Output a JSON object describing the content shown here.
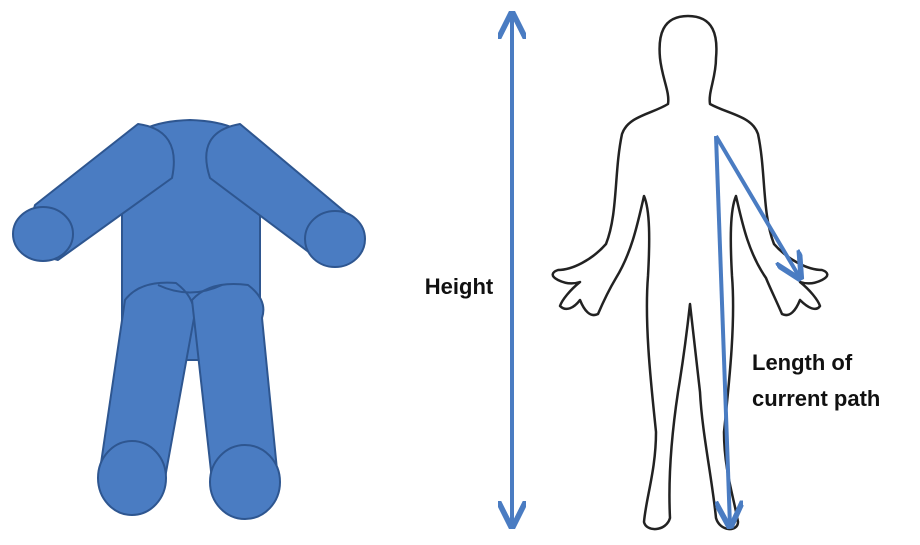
{
  "labels": {
    "height": "Height",
    "path_line1": "Length of",
    "path_line2": "current path"
  },
  "colors": {
    "cylinder_fill": "#4a7cc2",
    "cylinder_stroke": "#2e5690",
    "arrow": "#4a7cc2",
    "outline": "#222222",
    "text": "#111111"
  }
}
